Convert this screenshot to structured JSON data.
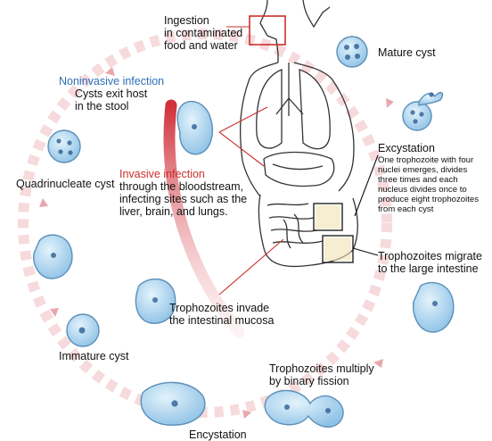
{
  "labels": {
    "ingestion": "Ingestion\nin contaminated\nfood and water",
    "mature_cyst": "Mature cyst",
    "noninvasive_title": "Noninvasive infection",
    "noninvasive_body": "Cysts exit host\nin the stool",
    "excystation_title": "Excystation",
    "excystation_body": "One trophozoite with four\nnuclei emerges, divides\nthree times and each\nnucleus divides once to\nproduce eight trophozoites\nfrom each cyst",
    "quadrinucleate": "Quadrinucleate cyst",
    "invasive_title": "Invasive infection",
    "invasive_body": "through the bloodstream,\ninfecting sites such as the\nliver, brain, and lungs.",
    "migrate": "Trophozoites  migrate\nto the large intestine",
    "invade": "Trophozoites invade\nthe intestinal mucosa",
    "immature_cyst": "Immature cyst",
    "multiply": "Trophozoites multiply\nby binary fission",
    "encystation": "Encystation"
  },
  "colors": {
    "cycle_ring": "#f3cfd2",
    "invasive_arrow": "#d0303a",
    "noninvasive_text": "#2d6fb6",
    "invasive_text": "#c8302c",
    "organism_fill": "#a9d3ee",
    "organism_stroke": "#5b8fb8",
    "callout_box": "#c8302c"
  }
}
